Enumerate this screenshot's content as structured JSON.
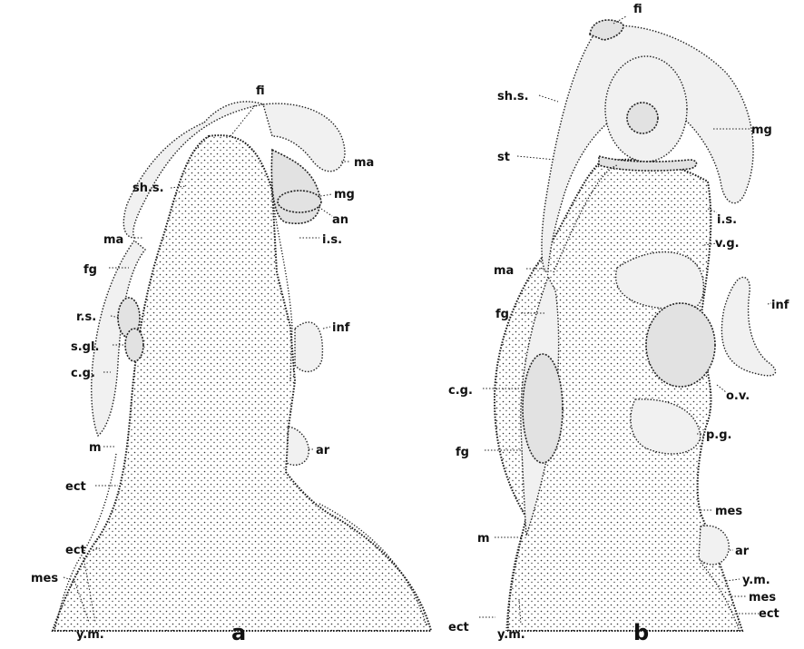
{
  "panels": [
    {
      "id": "a",
      "label": "a",
      "annotations": [
        "fi",
        "sh.s.",
        "ma",
        "fg",
        "r.s.",
        "s.gl.",
        "c.g.",
        "m",
        "ect",
        "ect",
        "mes",
        "y.m.",
        "ma",
        "mg",
        "an",
        "i.s.",
        "inf",
        "ar"
      ]
    },
    {
      "id": "b",
      "label": "b",
      "annotations": [
        "fi",
        "sh.s.",
        "st",
        "ma",
        "fg",
        "c.g.",
        "fg",
        "m",
        "ect",
        "y.m.",
        "mg",
        "i.s.",
        "v.g.",
        "inf",
        "o.v.",
        "p.g.",
        "mes",
        "ar",
        "y.m.",
        "mes",
        "ect"
      ]
    }
  ]
}
